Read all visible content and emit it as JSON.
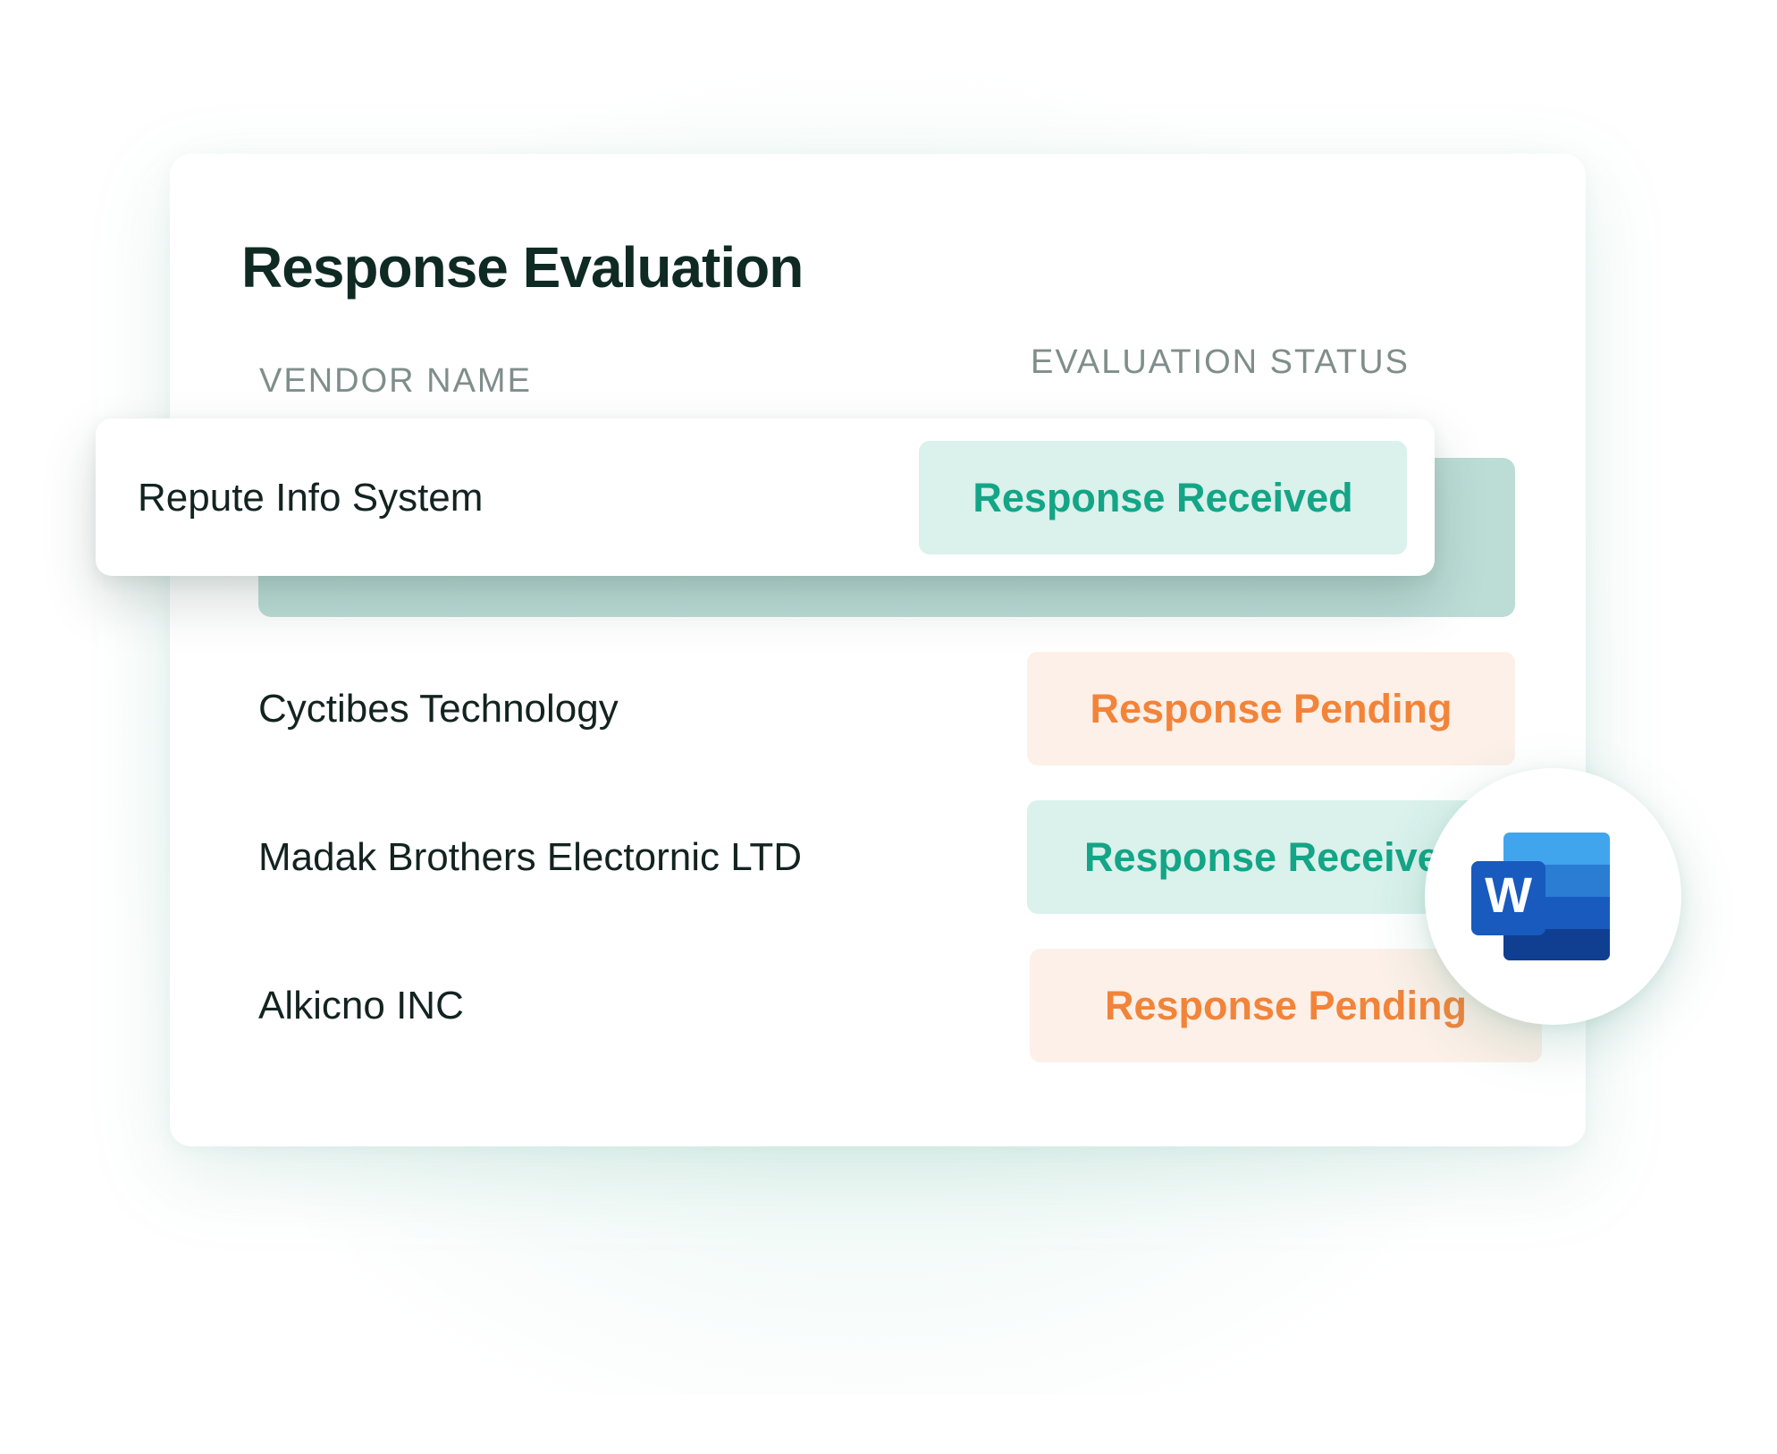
{
  "header": {
    "title": "Response Evaluation"
  },
  "columns": {
    "vendor": "VENDOR NAME",
    "status": "EVALUATION STATUS"
  },
  "rows": [
    {
      "vendor": "Repute Info System",
      "status": "Response Received",
      "state": "received"
    },
    {
      "vendor": "Cyctibes Technology",
      "status": "Response Pending",
      "state": "pending"
    },
    {
      "vendor": "Madak Brothers Electornic  LTD",
      "status": "Response Received",
      "state": "received"
    },
    {
      "vendor": "Alkicno INC",
      "status": "Response Pending",
      "state": "pending"
    }
  ],
  "word_badge": {
    "icon": "microsoft-word-icon",
    "letter": "W"
  },
  "colors": {
    "received_text": "#13a586",
    "received_bg": "#daf1ec",
    "pending_text": "#f2843a",
    "pending_bg": "#fcf0e8",
    "title": "#0f2a22"
  }
}
